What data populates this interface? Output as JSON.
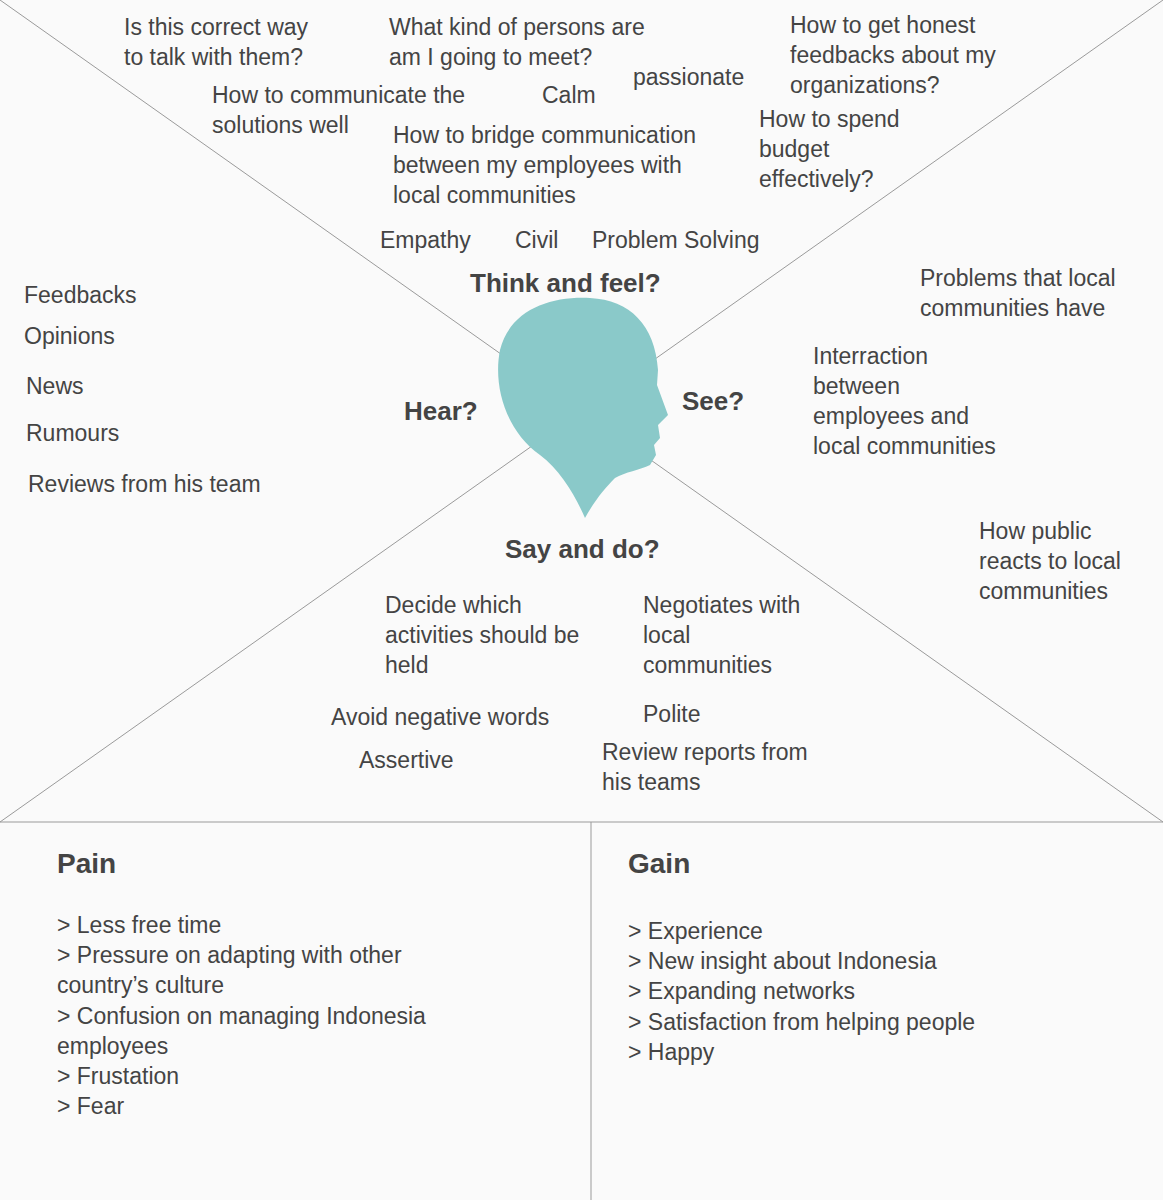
{
  "diagram": {
    "nodes": [
      {
        "text": [
          "Think and feel?",
          "Is this correct way to talk with them?",
          "What kind of persons are am I going to meet?",
          "passionate",
          "How to get honest feedbacks about my organizations?",
          "How to communicate the solutions well",
          "Calm",
          "How to bridge communication between my employees with local communities",
          "How to spend budget effectively?",
          "Empathy",
          "Civil",
          "Problem Solving"
        ]
      },
      {
        "text": [
          "Hear?",
          "Feedbacks",
          "Opinions",
          "News",
          "Rumours",
          "Reviews from his team"
        ]
      },
      {
        "text": [
          "See?",
          "Problems that local communities have",
          "Interraction between employees and local communities",
          "How public reacts to local communities"
        ]
      },
      {
        "text": [
          "Say and do?",
          "Decide which activities should be held",
          "Negotiates with local communities",
          "Avoid negative words",
          "Polite",
          "Assertive",
          "Review reports from his teams"
        ]
      },
      {
        "text": [
          "Pain",
          "> Less free time",
          "> Pressure on adapting with other country’s culture",
          "> Confusion on managing Indonesia employees",
          "> Frustation",
          "> Fear"
        ]
      },
      {
        "text": [
          "Gain",
          "> Experience",
          "> New insight about Indonesia",
          "> Expanding networks",
          "> Satisfaction from helping people",
          "> Happy"
        ]
      }
    ]
  }
}
